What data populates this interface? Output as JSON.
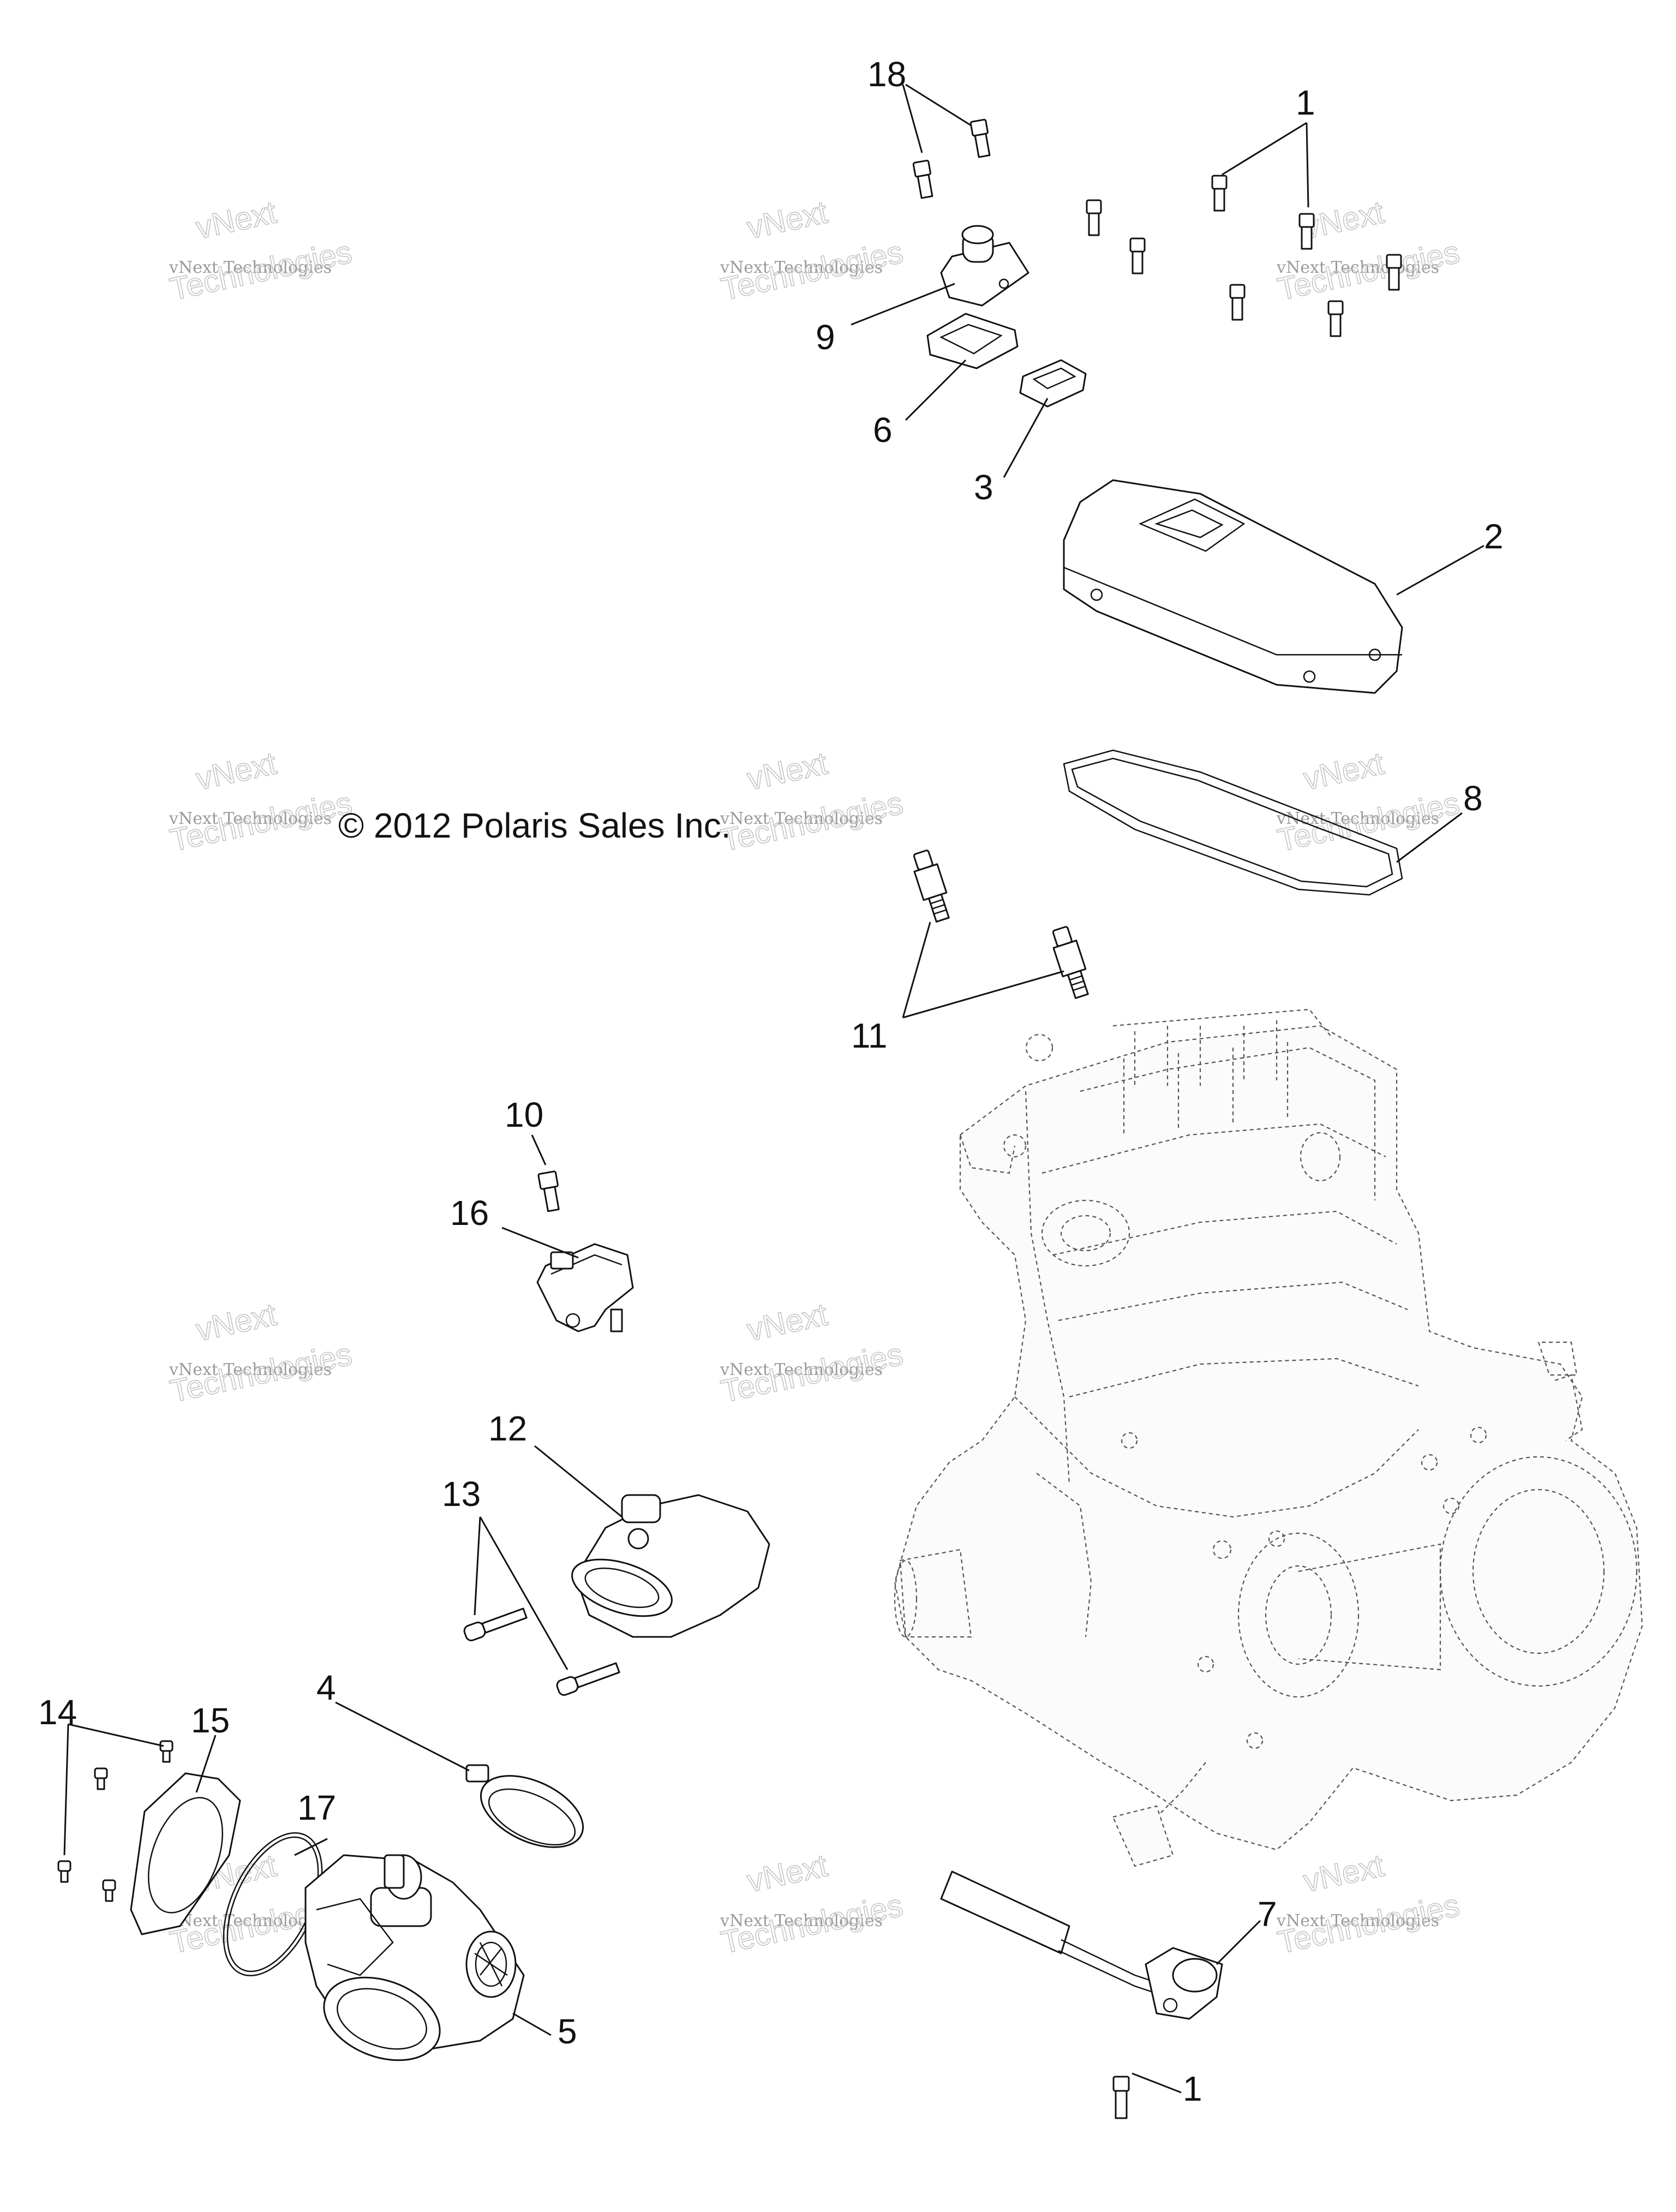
{
  "copyright": "© 2012 Polaris Sales Inc.",
  "watermark": {
    "line1": "vNext",
    "line2": "vNext Technologies",
    "line3": "Technologies"
  },
  "callouts": [
    {
      "id": "c18",
      "label": "18"
    },
    {
      "id": "c1a",
      "label": "1"
    },
    {
      "id": "c9",
      "label": "9"
    },
    {
      "id": "c6",
      "label": "6"
    },
    {
      "id": "c3",
      "label": "3"
    },
    {
      "id": "c2",
      "label": "2"
    },
    {
      "id": "c8",
      "label": "8"
    },
    {
      "id": "c11",
      "label": "11"
    },
    {
      "id": "c10",
      "label": "10"
    },
    {
      "id": "c16",
      "label": "16"
    },
    {
      "id": "c12",
      "label": "12"
    },
    {
      "id": "c13",
      "label": "13"
    },
    {
      "id": "c4",
      "label": "4"
    },
    {
      "id": "c14",
      "label": "14"
    },
    {
      "id": "c15",
      "label": "15"
    },
    {
      "id": "c17",
      "label": "17"
    },
    {
      "id": "c5",
      "label": "5"
    },
    {
      "id": "c7",
      "label": "7"
    },
    {
      "id": "c1b",
      "label": "1"
    }
  ]
}
